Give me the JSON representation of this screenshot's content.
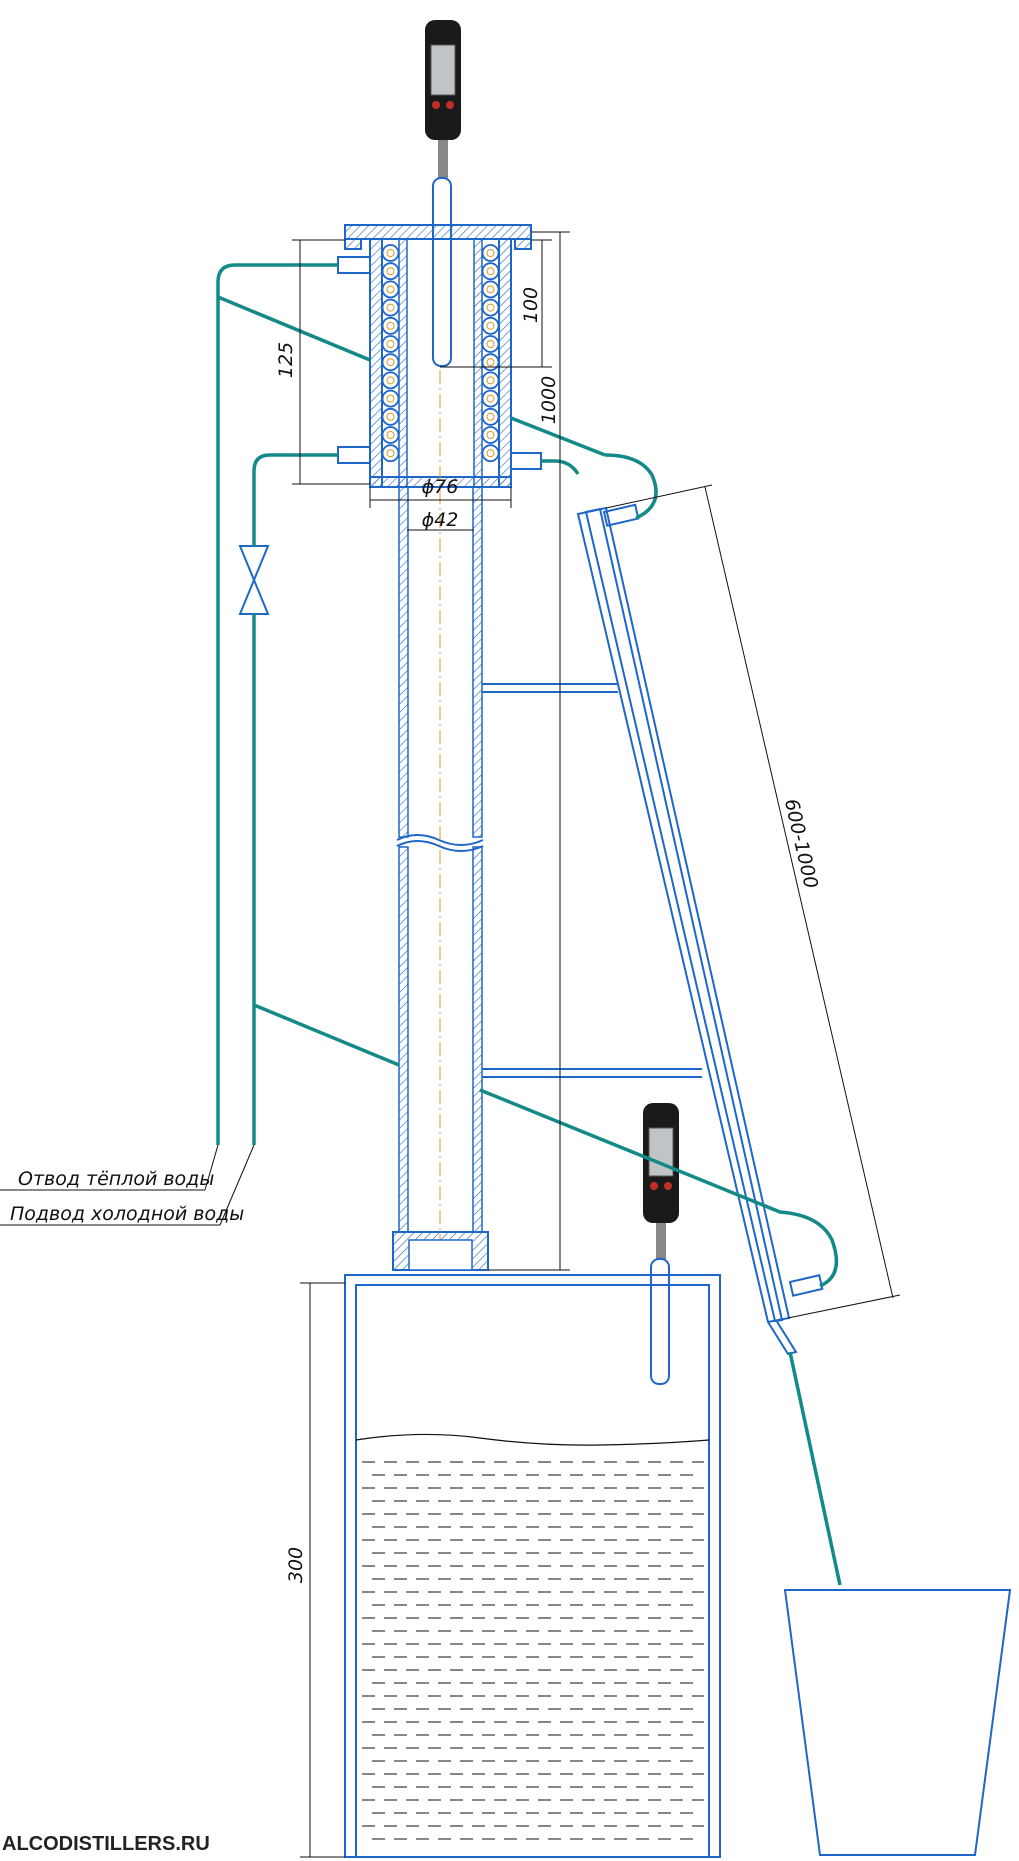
{
  "dimensions": {
    "top_section": "100",
    "cooler_height": "125",
    "column_height": "1000",
    "outer_diameter": "ϕ76",
    "inner_diameter": "ϕ42",
    "condenser_length": "600-1000",
    "tank_height": "300"
  },
  "labels": {
    "warm_water_out": "Отвод тёплой воды",
    "cold_water_in": "Подвод холодной воды"
  },
  "watermark": "ALCODISTILLERS.RU",
  "colors": {
    "metal": "#1f66c9",
    "water_pipe": "#138a87",
    "axis": "#d49b2a",
    "ink": "#111111"
  }
}
